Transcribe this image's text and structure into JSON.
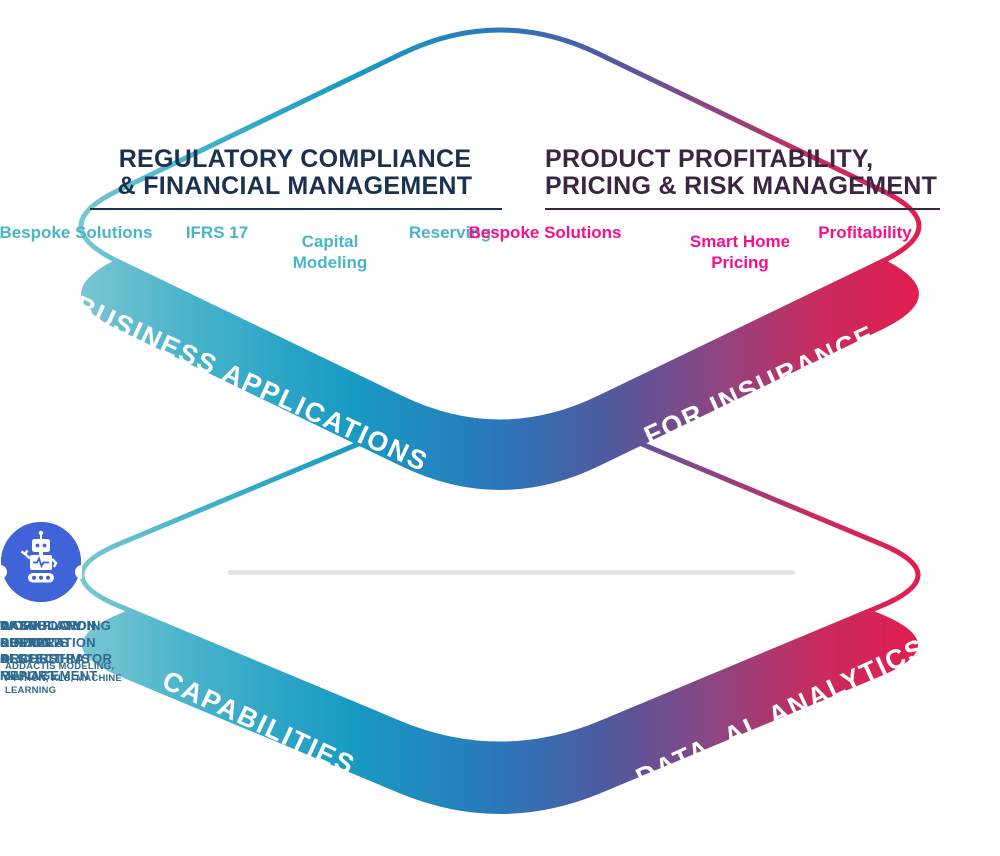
{
  "colors": {
    "band_gradient": [
      "#79c7d2",
      "#45b2ca",
      "#189bc3",
      "#2b77bb",
      "#50599e",
      "#8f4481",
      "#c92b5e",
      "#e11e4f"
    ],
    "heading_regulatory": "#1a314f",
    "heading_product": "#3b2542",
    "item_regulatory": "#4ab5c4",
    "item_product": "#f70f8e",
    "caption": "#2e6b8f",
    "connector_line": "#e4e4e8",
    "ribbon_text": "#ffffff"
  },
  "business_layer": {
    "ribbon_left": "BUSINESS APPLICATIONS",
    "ribbon_right": "FOR INSURANCE",
    "sections": {
      "regulatory": {
        "title_lines": [
          "REGULATORY COMPLIANCE",
          "& FINANCIAL MANAGEMENT"
        ],
        "items": [
          "IFRS 17",
          "Capital Modeling",
          "Reserving",
          "Bespoke Solutions"
        ]
      },
      "product": {
        "title_lines": [
          "PRODUCT PROFITABILITY,",
          "PRICING & RISK MANAGEMENT"
        ],
        "items": [
          "Smart Home Pricing",
          "Profitability",
          "Bespoke Solutions"
        ]
      }
    }
  },
  "capabilities_layer": {
    "ribbon_left": "CAPABILITIES",
    "ribbon_right": "DATA, AI, ANALYTICS",
    "items": [
      {
        "label": "DATA PREPARATION & MANAGEMENT",
        "icon": "server-stack-icon",
        "color": "#8dc63f"
      },
      {
        "label": "WORKFLOW DESIGN & ORCHESTRATOR",
        "icon": "workflow-icon",
        "color": "#32c79f"
      },
      {
        "label": "CALCULATION & ALGORITHMS",
        "sublabel": "ADDACTIS MODELING, PYTHON, XLS, MACHINE LEARNING",
        "icon": "network-hub-icon",
        "color": "#3ac3da"
      },
      {
        "label": "DASHBOARDING & PIXEL PERFECT REPORT",
        "icon": "presentation-chart-icon",
        "color": "#418fe0"
      },
      {
        "label": "AI COPILOTS",
        "icon": "robot-icon",
        "color": "#4064d8"
      }
    ]
  }
}
